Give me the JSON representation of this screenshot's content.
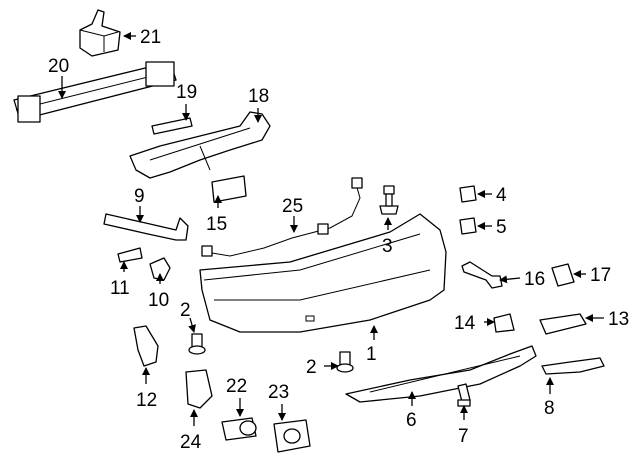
{
  "callouts": [
    "1",
    "2",
    "2",
    "3",
    "4",
    "5",
    "6",
    "7",
    "8",
    "9",
    "10",
    "11",
    "12",
    "13",
    "14",
    "15",
    "16",
    "17",
    "18",
    "19",
    "20",
    "21",
    "22",
    "23",
    "24",
    "25"
  ]
}
